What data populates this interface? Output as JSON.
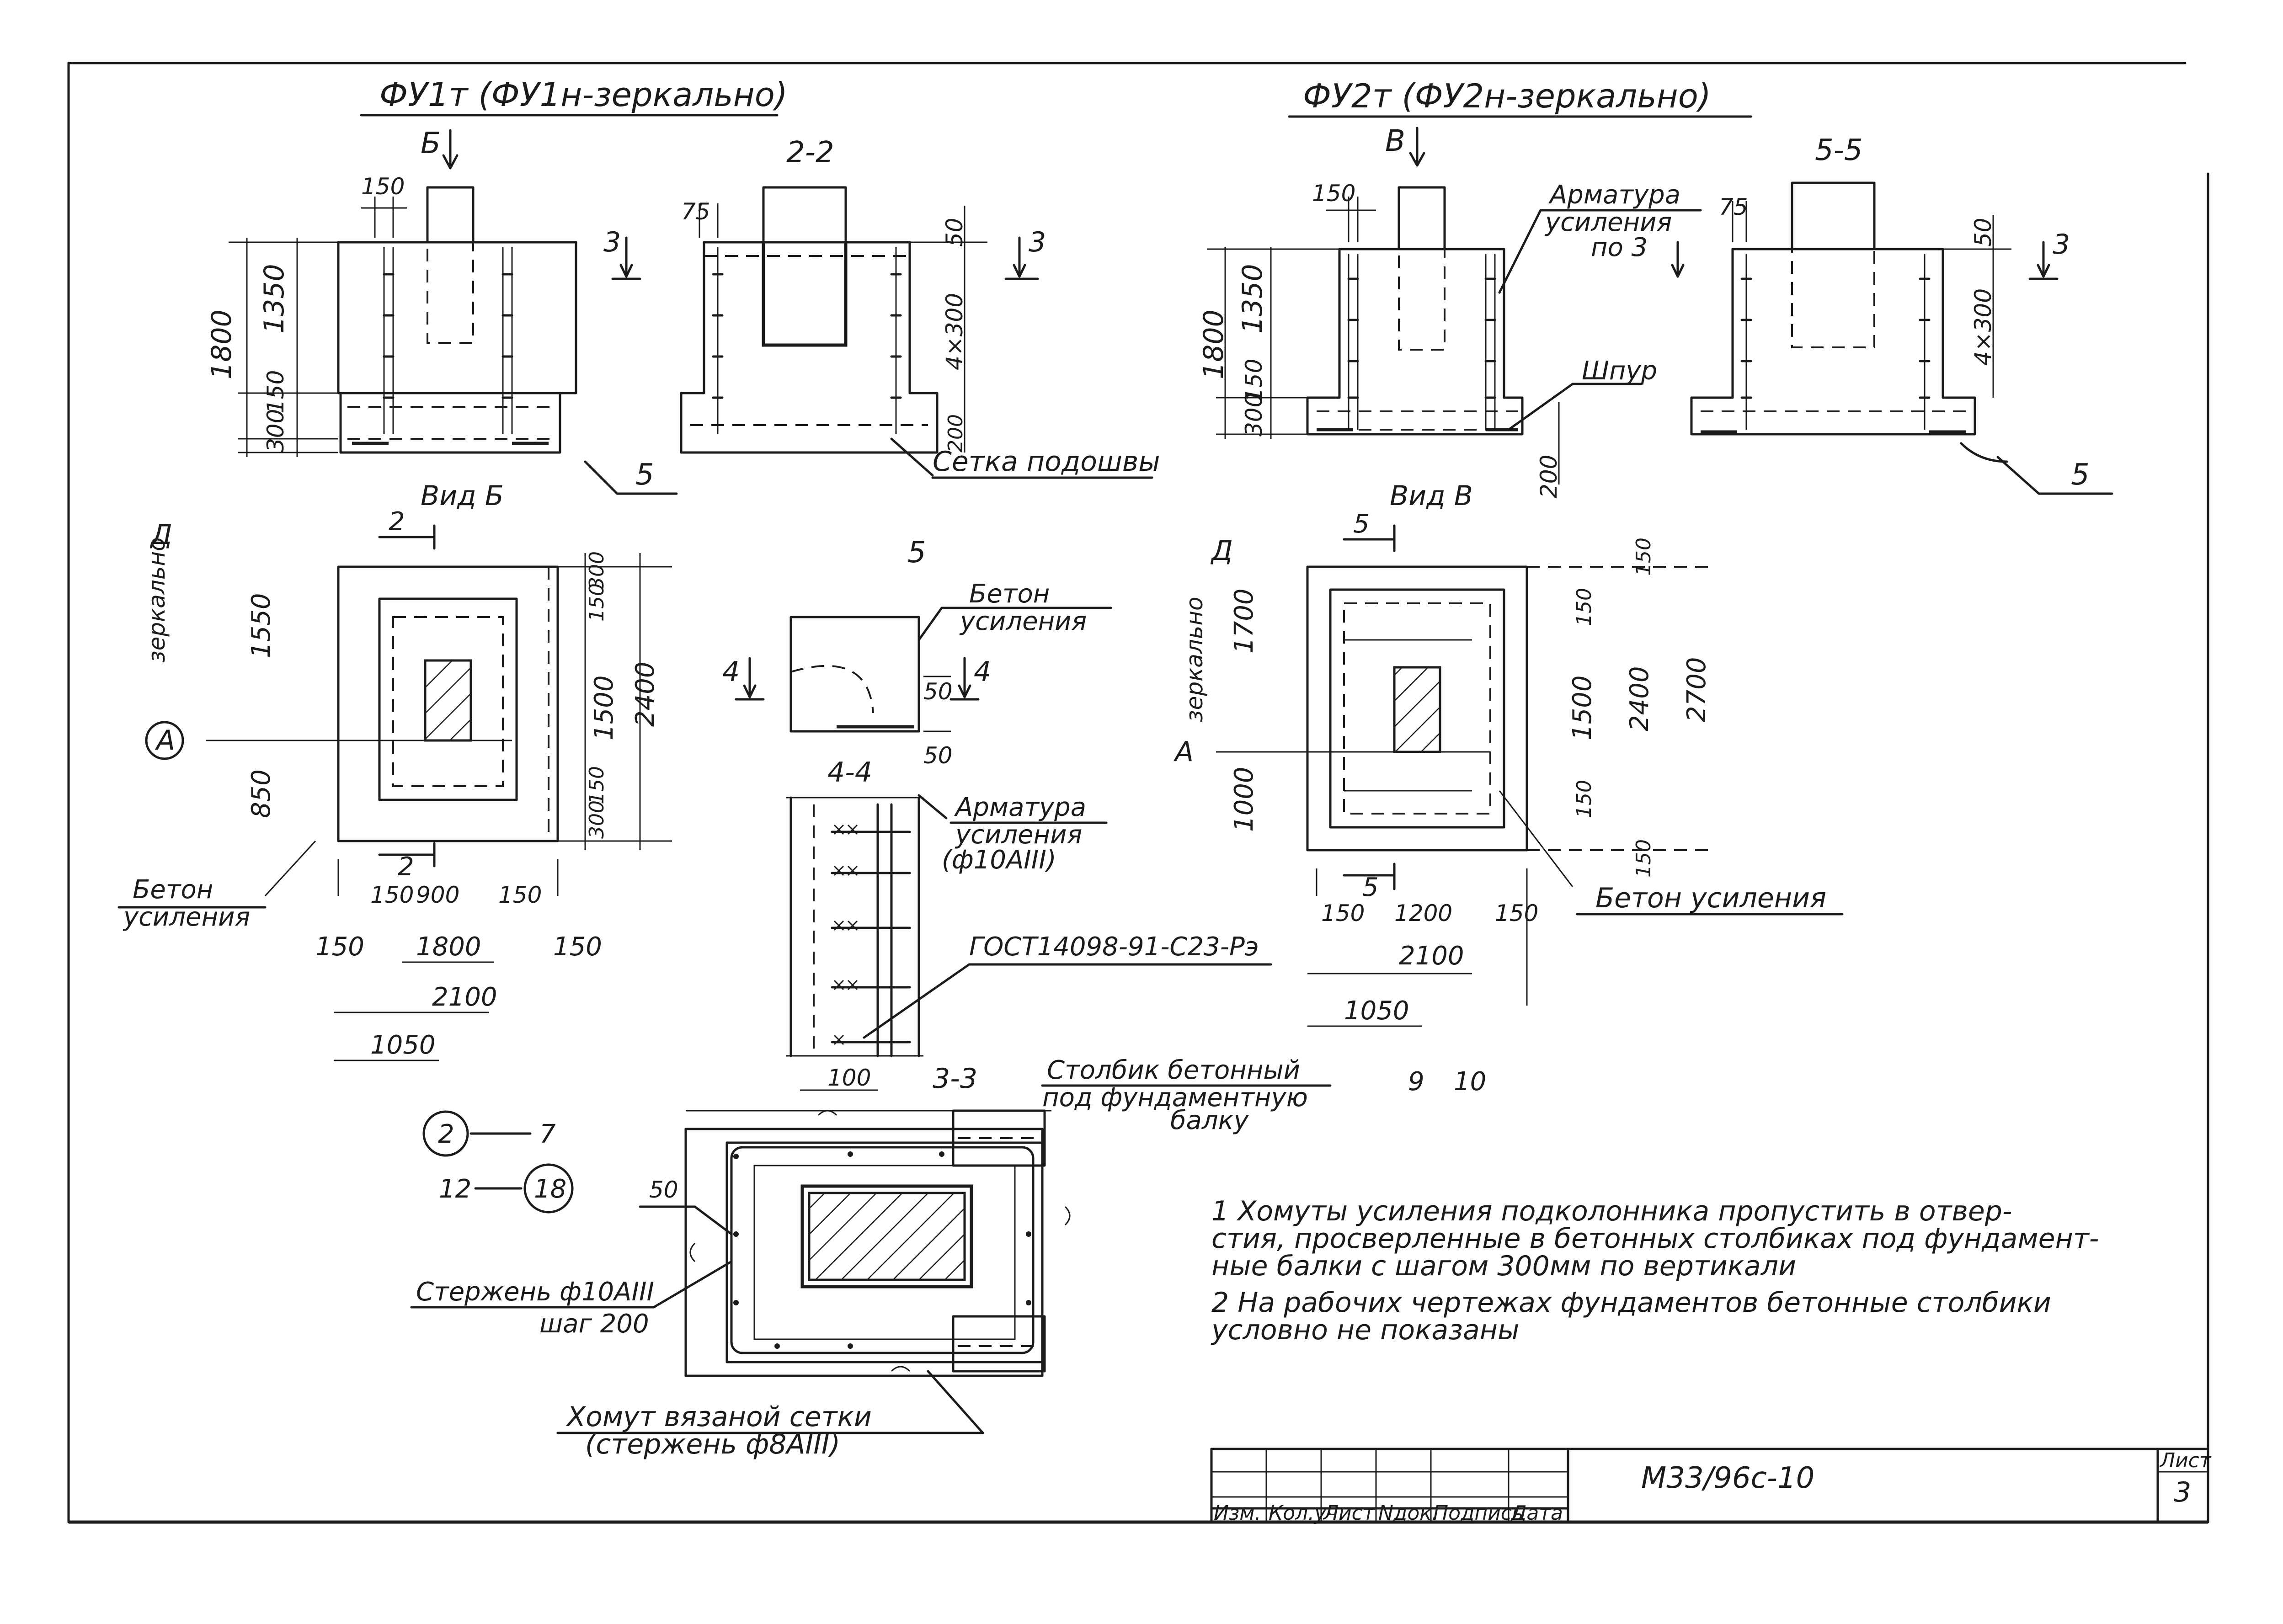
{
  "sheet": {
    "code": "М33/96с-10",
    "sheet_label": "Лист",
    "sheet_no": "3",
    "stamp_headers": [
      "Изм.",
      "Кол.уч.",
      "Лист",
      "Nдок.",
      "Подпись",
      "Дата"
    ]
  },
  "left": {
    "title": "ФУ1т (ФУ1н-зеркально)",
    "view_arrow": "Б",
    "dim_1800": "1800",
    "dim_1350": "1350",
    "dim_150": "150",
    "dim_300": "300",
    "dim_150_top": "150",
    "leader_5": "5",
    "view_title": "Вид Б",
    "axis_d": "Д",
    "mirror": "зеркально",
    "axis_a": "А",
    "dim_1550": "1550",
    "dim_850": "850",
    "dim_300r": "300",
    "dim_150r": "150",
    "dim_1500": "1500",
    "dim_2400": "2400",
    "dim_150b": "150",
    "dim_300b": "300",
    "cut2_top": "2",
    "cut2_bot": "2",
    "dim_b150a": "150",
    "dim_b900": "900",
    "dim_b150b": "150",
    "dim_c150a": "150",
    "dim_c1800": "1800",
    "dim_c150b": "150",
    "dim_2100": "2100",
    "dim_1050": "1050",
    "beton_label_1": "Бетон",
    "beton_label_2": "усиления"
  },
  "sec22": {
    "title": "2-2",
    "dim_75": "75",
    "dim_50": "50",
    "dim_4x300": "4×300",
    "dim_200": "200",
    "cut3_left": "3",
    "cut3_right": "3",
    "setka": "Сетка подошвы"
  },
  "detail5": {
    "title": "5",
    "beton_1": "Бетон",
    "beton_2": "усиления",
    "cut4_left": "4",
    "cut4_right": "4",
    "dim_50a": "50",
    "dim_50b": "50"
  },
  "sec44": {
    "title": "4-4",
    "arm_1": "Арматура",
    "arm_2": "усиления",
    "arm_3": "(ф10АIII)",
    "gost": "ГОСТ14098-91-С23-Рэ",
    "dim_100": "100"
  },
  "right": {
    "title": "ФУ2т (ФУ2н-зеркально)",
    "view_arrow": "В",
    "dim_150": "150",
    "dim_1800": "1800",
    "dim_1350": "1350",
    "dim_300": "300",
    "dim_150b": "150",
    "dim_200": "200",
    "arm_1": "Арматура",
    "arm_2": "усиления",
    "arm_3": "по 3",
    "shpur": "Шпур",
    "view_title": "Вид В",
    "cut5_top": "5",
    "cut5_bot": "5",
    "axis_d": "Д",
    "mirror": "зеркально",
    "axis_a": "А",
    "dim_1700": "1700",
    "dim_1000": "1000",
    "dim_150a": "150",
    "dim_150c": "150",
    "dim_1500": "1500",
    "dim_150d": "150",
    "dim_150e": "150",
    "dim_2400": "2400",
    "dim_2700": "2700",
    "dim_b150a": "150",
    "dim_b1200": "1200",
    "dim_b150b": "150",
    "dim_2100": "2100",
    "dim_1050": "1050",
    "beton": "Бетон усиления",
    "leader_5": "5"
  },
  "sec55": {
    "title": "5-5",
    "dim_75": "75",
    "dim_50": "50",
    "dim_4x300": "4×300",
    "cut3": "3"
  },
  "sec33": {
    "title": "3-3",
    "stolbik_1": "Столбик бетонный",
    "stolbik_2": "под фундаментную",
    "stolbik_3": "балку",
    "dim_50": "50",
    "sterzhen_1": "Стержень ф10АIII",
    "sterzhen_2": "шаг 200",
    "homut_1": "Хомут вязаной сетки",
    "homut_2": "(стержень ф8АIII)"
  },
  "misc": {
    "n9": "9",
    "n10": "10",
    "circle_2": "2",
    "dash_7": "7",
    "n12": "12",
    "circle_18": "18"
  },
  "notes": [
    "1 Хомуты усиления подколонника пропустить в отвер-",
    "стия, просверленные в бетонных столбиках под фундамент-",
    "ные балки с шагом 300мм по вертикали",
    "2 На рабочих чертежах фундаментов бетонные столбики",
    "условно не показаны"
  ]
}
